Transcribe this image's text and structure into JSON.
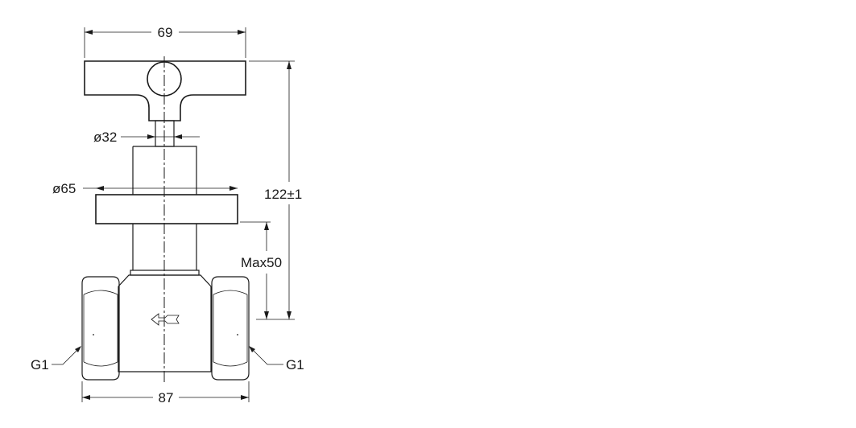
{
  "dimensions": {
    "handle_width": "69",
    "stem_diameter": "ø32",
    "flange_diameter": "ø65",
    "total_height": "122±1",
    "max_depth": "Max50",
    "body_width": "87",
    "thread_left": "G1",
    "thread_right": "G1"
  },
  "icons": {
    "flow": "flow-direction-icon"
  }
}
